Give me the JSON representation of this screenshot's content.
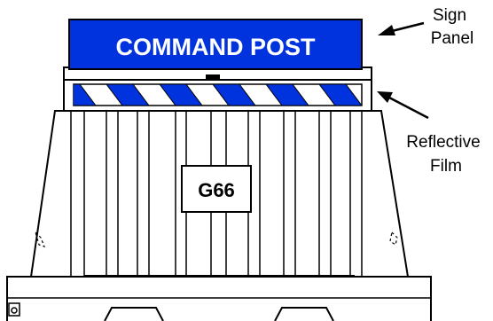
{
  "sign_panel": {
    "text": "COMMAND POST",
    "color": "#0033dd"
  },
  "stripe_colors": {
    "blue": "#0033dd",
    "white": "#ffffff"
  },
  "unit_label": "G66",
  "callouts": {
    "sign_panel": [
      "Sign",
      "Panel"
    ],
    "reflective_film": [
      "Reflective",
      "Film"
    ]
  }
}
